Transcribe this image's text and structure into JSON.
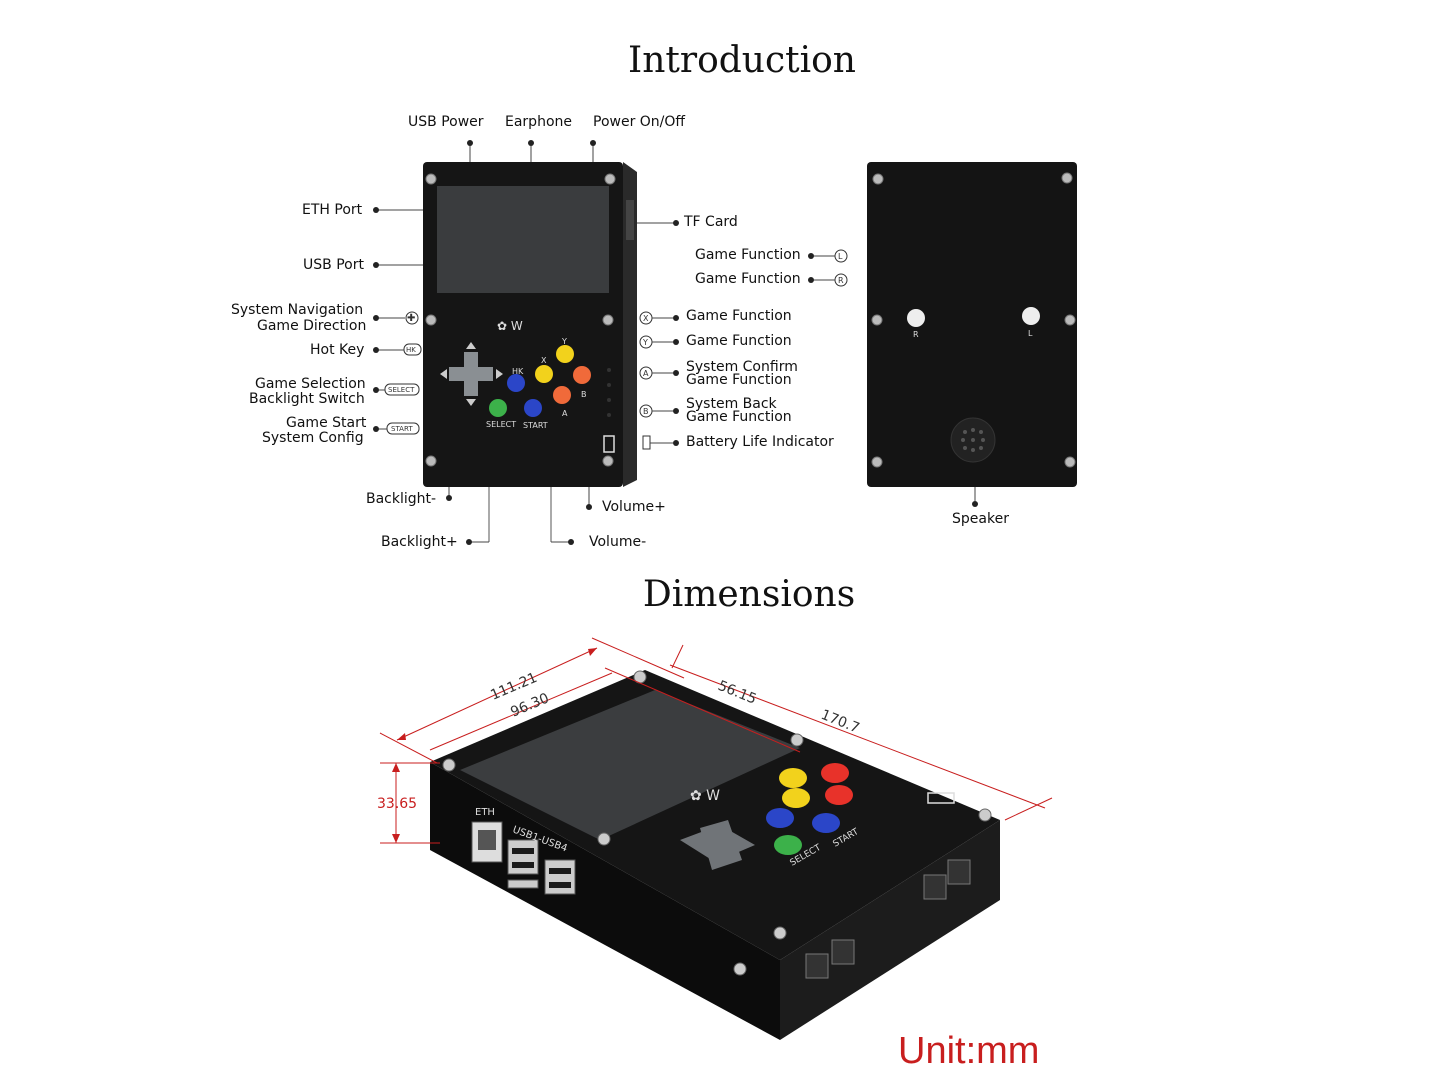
{
  "titles": {
    "introduction": "Introduction",
    "dimensions": "Dimensions"
  },
  "front_labels": {
    "usb_power": "USB Power",
    "earphone": "Earphone",
    "power_onoff": "Power On/Off",
    "eth_port": "ETH Port",
    "usb_port": "USB Port",
    "tf_card": "TF Card",
    "system_navigation": "System Navigation",
    "game_direction": "Game Direction",
    "hot_key": "Hot Key",
    "game_selection": "Game Selection",
    "backlight_switch": "Backlight Switch",
    "game_start": "Game Start",
    "system_config": "System Config",
    "game_function_x": "Game Function",
    "game_function_y": "Game Function",
    "system_confirm": "System Confirm",
    "game_function_a": "Game Function",
    "system_back": "System Back",
    "game_function_b": "Game Function",
    "battery_life": "Battery Life Indicator",
    "backlight_minus": "Backlight-",
    "backlight_plus": "Backlight+",
    "volume_plus": "Volume+",
    "volume_minus": "Volume-"
  },
  "back_labels": {
    "game_function_l": "Game Function",
    "game_function_r": "Game Function",
    "speaker": "Speaker",
    "r": "R",
    "l": "L"
  },
  "button_glyphs": {
    "x": "X",
    "y": "Y",
    "a": "A",
    "b": "B",
    "hk": "HK",
    "select": "SELECT",
    "start": "START",
    "l": "L",
    "r": "R"
  },
  "device_face": {
    "hk": "HK",
    "select": "SELECT",
    "start": "START",
    "x": "X",
    "y": "Y",
    "a": "A",
    "b": "B"
  },
  "dimensions": {
    "length_outer": "111.21",
    "length_inner": "96.30",
    "screen_width": "56.15",
    "total": "170.7",
    "height": "33.65",
    "eth": "ETH",
    "usb": "USB1-USB4",
    "unit": "Unit:mm"
  },
  "colors": {
    "button_yellow": "#f2d21c",
    "button_red": "#e8322a",
    "button_blue": "#2b46c8",
    "button_green": "#3cb14a",
    "button_orange": "#f06a3a",
    "dimension_red": "#c81e1e"
  }
}
